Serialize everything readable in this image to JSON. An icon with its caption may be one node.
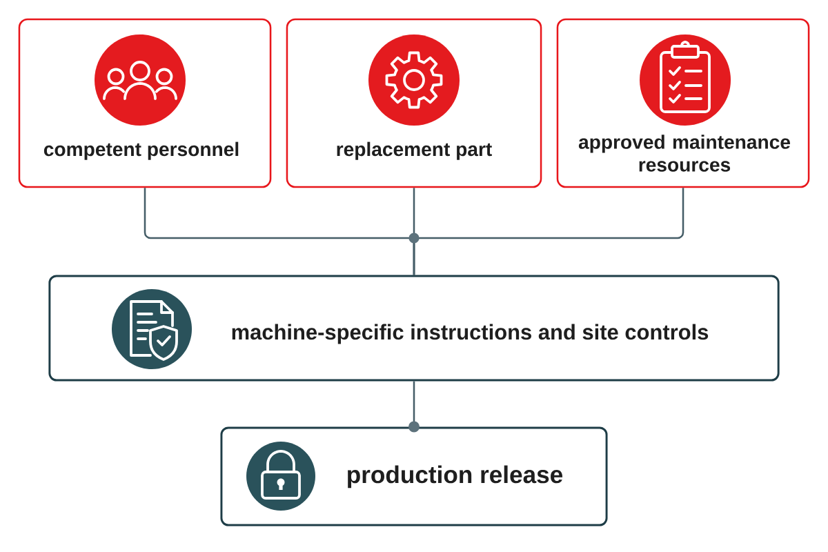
{
  "diagram": {
    "nodes": [
      {
        "text": [
          "competent personnel"
        ]
      },
      {
        "text": [
          "replacement part"
        ]
      },
      {
        "text": [
          "approved maintenance resources"
        ]
      },
      {
        "text": [
          "machine-specific instructions and site controls"
        ]
      },
      {
        "text": [
          "production release"
        ]
      }
    ],
    "edges": [
      {
        "from": 0,
        "to": 3,
        "arrow": "none"
      },
      {
        "from": 1,
        "to": 3,
        "arrow": "none"
      },
      {
        "from": 2,
        "to": 3,
        "arrow": "none"
      },
      {
        "from": 3,
        "to": 4,
        "arrow": "other"
      }
    ]
  }
}
